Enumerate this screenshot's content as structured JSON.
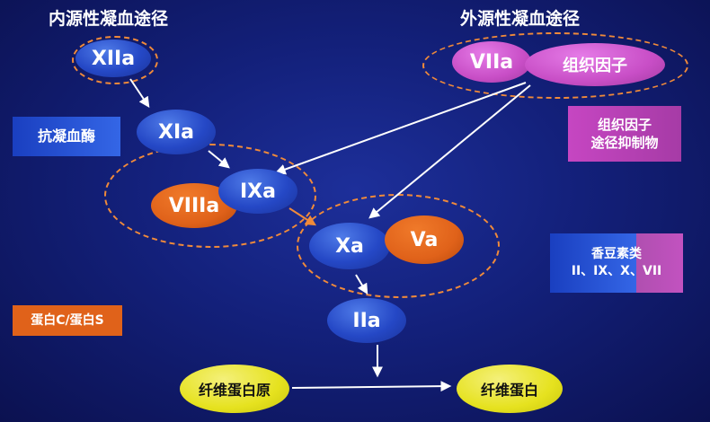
{
  "titles": {
    "intrinsic": "内源性凝血途径",
    "extrinsic": "外源性凝血途径"
  },
  "nodes": {
    "xiia": "XIIa",
    "xia": "XIa",
    "ixa": "IXa",
    "viiia": "VIIIa",
    "xa": "Xa",
    "va": "Va",
    "iia": "IIa",
    "viia": "VIIa",
    "tissue_factor": "组织因子",
    "fibrinogen": "纤维蛋白原",
    "fibrin": "纤维蛋白"
  },
  "boxes": {
    "antithrombin": "抗凝血酶",
    "tfpi_line1": "组织因子",
    "tfpi_line2": "途径抑制物",
    "coumarin_line1": "香豆素类",
    "coumarin_line2": "II、IX、X、VII",
    "protein_cs": "蛋白C/蛋白S"
  },
  "colors": {
    "background": "#13207a",
    "blue_node": "#2548c6",
    "orange_node": "#e0621a",
    "violet_node": "#c84ec6",
    "yellow_node": "#e6e21f",
    "dashed_outline": "#f08a3a"
  }
}
